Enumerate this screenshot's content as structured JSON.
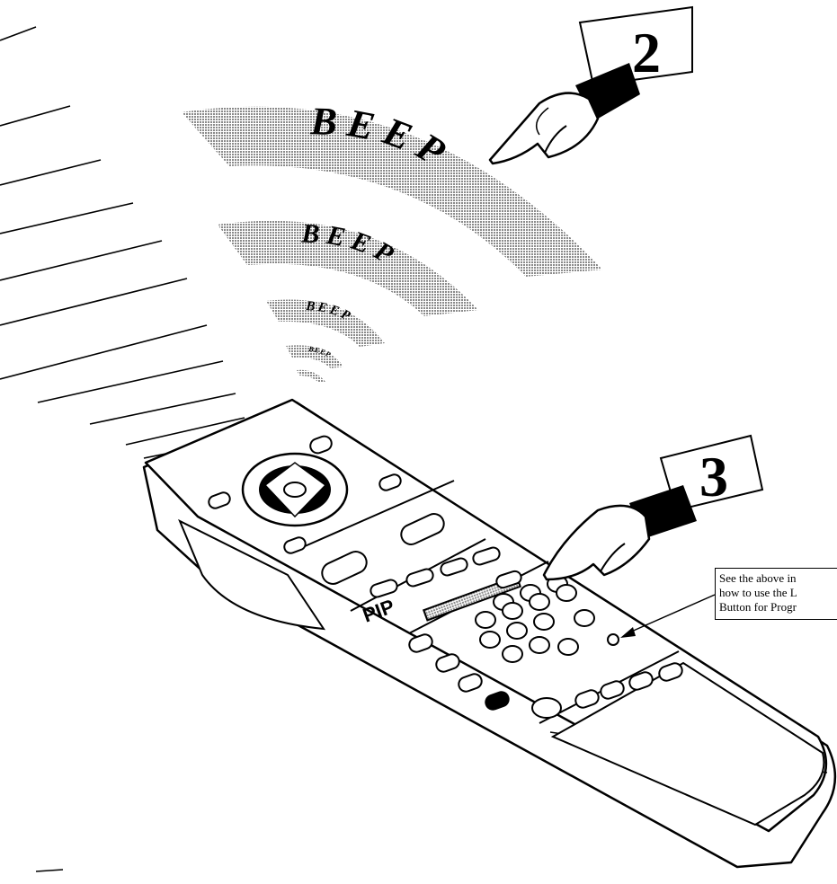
{
  "beeps": [
    "BEEP",
    "BEEP",
    "BEEP",
    "BEEP"
  ],
  "steps": [
    "2",
    "3"
  ],
  "remote": {
    "brand_label": "PIP"
  },
  "callout": {
    "line1": "See the above in",
    "line2": "how to use the L",
    "line3": "Button for Progr"
  },
  "colors": {
    "ink": "#000000",
    "paper": "#ffffff",
    "halftone": "#9a9a9a"
  }
}
